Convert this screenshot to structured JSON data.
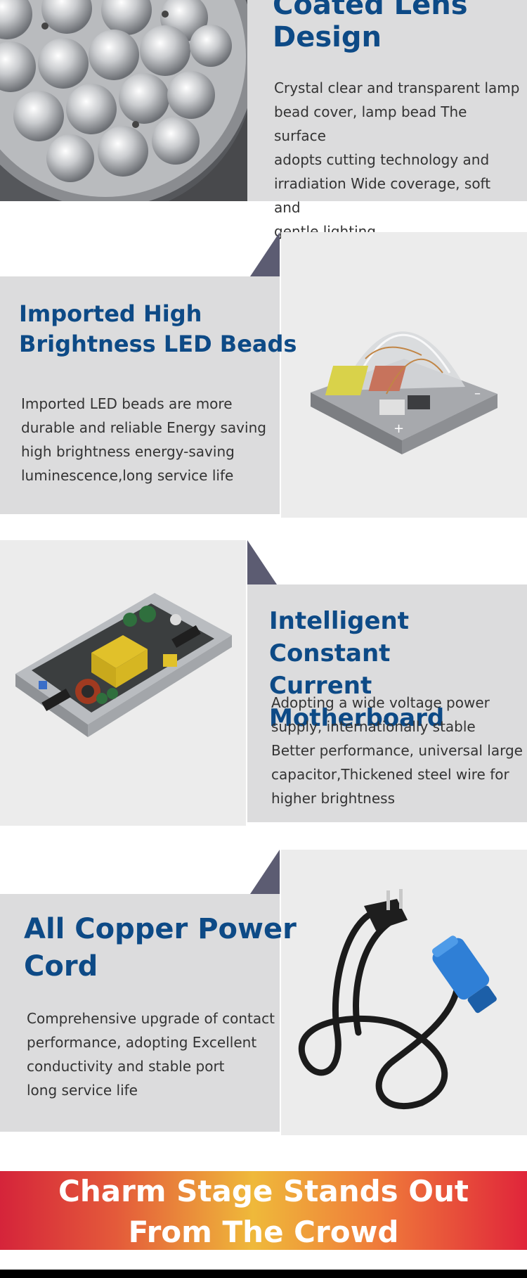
{
  "sections": {
    "lens": {
      "title_line1": "Coated Lens",
      "title_line2": "Design",
      "description": "Crystal clear and transparent lamp\nbead cover, lamp bead The surface\nadopts cutting technology and\nirradiation Wide coverage, soft and\ngentle lighting"
    },
    "led": {
      "title_line1": "Imported High",
      "title_line2": "Brightness LED Beads",
      "description": "Imported LED beads are more\ndurable and reliable Energy saving\nhigh brightness energy-saving\nluminescence,long service life",
      "chip_plus": "+",
      "chip_minus": "–"
    },
    "motherboard": {
      "title_line1": "Intelligent Constant",
      "title_line2": "Current Motherboard",
      "description": "Adopting a wide voltage power\nsupply, internationally stable\nBetter performance, universal large\ncapacitor,Thickened steel wire for\nhigher brightness"
    },
    "cord": {
      "title_line1": "All Copper Power",
      "title_line2": "Cord",
      "description": "Comprehensive upgrade of contact\nperformance, adopting Excellent\nconductivity and stable port\nlong service life"
    }
  },
  "banner": {
    "line1": "Charm Stage Stands Out",
    "line2": "From The Crowd",
    "colors": [
      "#d5243a",
      "#efb93a",
      "#e0253a"
    ]
  },
  "colors": {
    "heading": "#0d4a86",
    "panel": "#dcdcdd",
    "photo_bg": "#ececec",
    "triangle": "#5c5c72",
    "body_text": "#333333"
  }
}
